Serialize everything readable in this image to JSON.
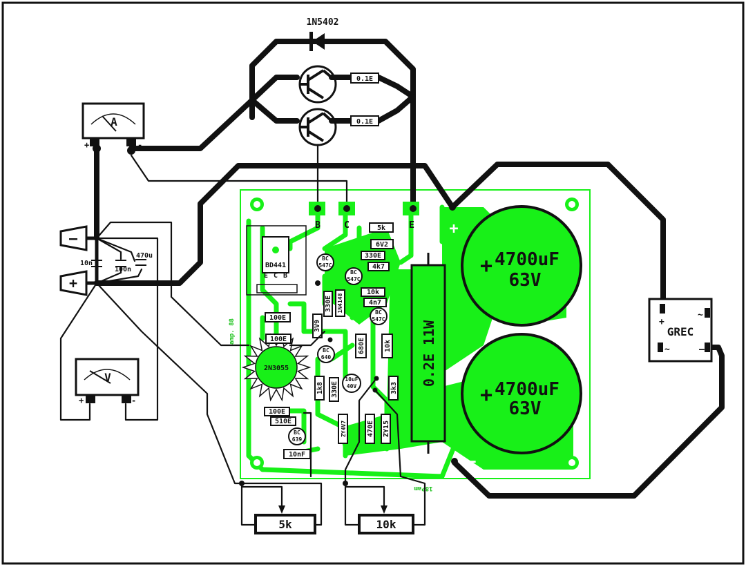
{
  "diode": {
    "label": "1N5402"
  },
  "power_resistors": {
    "r1": "0.1E",
    "r2": "0.1E"
  },
  "meters": {
    "ammeter": "A",
    "voltmeter": "V",
    "plus": "+",
    "minus": "-"
  },
  "terminals": {
    "neg": "–",
    "pos": "+"
  },
  "caps_left": {
    "c1": "10n",
    "c2": "100n",
    "c3": "470u"
  },
  "pins": {
    "b": "B",
    "c": "C",
    "e": "E"
  },
  "pcb_text": {
    "bd441": "BD441",
    "ecb": [
      "E",
      "C",
      "B"
    ],
    "r_5k": "5k",
    "z_6v2": "6V2",
    "r_330e_a": "330E",
    "r_4k7": "4k7",
    "t_bc547c_1": [
      "BC",
      "547C"
    ],
    "t_bc547c_2": [
      "BC",
      "547C"
    ],
    "t_bc547c_3": [
      "BC",
      "547C"
    ],
    "r_10k": "10k",
    "c_4n7": "4n7",
    "r_100e_a": "100E",
    "r_330e_b": "330E",
    "d_1n4148": "1N4148",
    "z_3v9": "3V9",
    "r_100e_b": "100E",
    "t_bc640": [
      "BC",
      "640"
    ],
    "t_2n3055": "2N3055",
    "r_680e": "680E",
    "r_10k_b": "10k",
    "c_10uf": [
      "10uF",
      "40V"
    ],
    "r_1k8": "1k8",
    "r_330e_c": "330E",
    "r_3k3": "3k3",
    "r_100e_c": "100E",
    "r_510e": "510E",
    "t_bc639": [
      "BC",
      "639"
    ],
    "c_10nf": "10nF",
    "z_4v7": "ZY4V7",
    "r_470e": "470E",
    "z_15": "ZY15",
    "shunt": "0.2E 11W",
    "pcb_id_a": "amp. 88",
    "pcb_id_b": "18Pam",
    "plus_sign": "+",
    "minus_sign": "–"
  },
  "capacitors": [
    {
      "value": "4700uF",
      "voltage": "63V"
    },
    {
      "value": "4700uF",
      "voltage": "63V"
    }
  ],
  "rectifier": {
    "label": "GREC",
    "plus": "+",
    "ac1": "~",
    "ac2": "~",
    "minus": "–"
  },
  "pots": {
    "p1": "5k",
    "p2": "10k"
  }
}
